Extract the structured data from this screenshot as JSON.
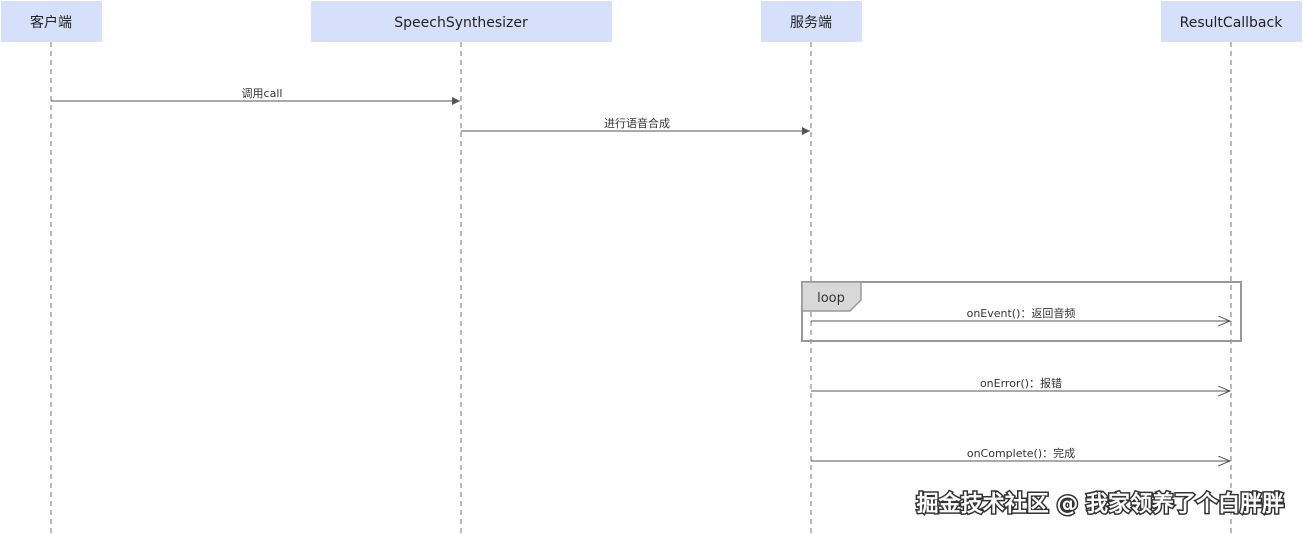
{
  "participants": [
    {
      "id": "client",
      "label": "客户端"
    },
    {
      "id": "synth",
      "label": "SpeechSynthesizer"
    },
    {
      "id": "server",
      "label": "服务端"
    },
    {
      "id": "callback",
      "label": "ResultCallback"
    }
  ],
  "messages": [
    {
      "id": "call",
      "label": "调用call"
    },
    {
      "id": "synthesize",
      "label": "进行语音合成"
    },
    {
      "id": "onevent",
      "label": "onEvent()：返回音频"
    },
    {
      "id": "onerror",
      "label": "onError()：报错"
    },
    {
      "id": "oncomplete",
      "label": "onComplete()：完成"
    }
  ],
  "loop": {
    "label": "loop"
  },
  "watermark": "掘金技术社区 @ 我家领养了个白胖胖",
  "colors": {
    "participant_fill": "#d6e0fb",
    "lifeline": "#777777",
    "arrow": "#555555",
    "loop_border": "#999999",
    "loop_tab": "#d8d8d8"
  }
}
